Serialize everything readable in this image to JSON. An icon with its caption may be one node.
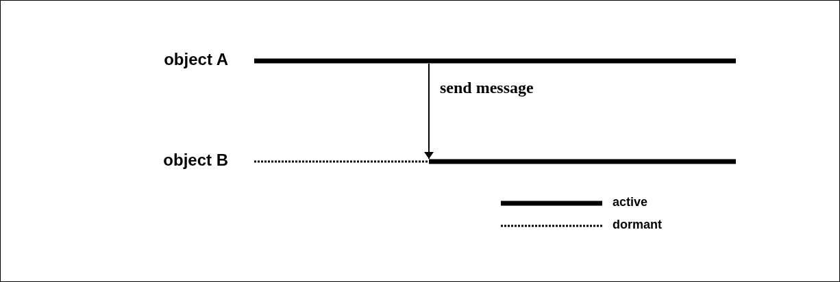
{
  "diagram": {
    "nodes": [
      {
        "text": [
          "object A"
        ]
      },
      {
        "text": [
          "object B"
        ]
      }
    ],
    "edges": [
      {
        "from": 0,
        "to": 1,
        "arrow": "to",
        "label": "send message"
      }
    ],
    "legend": [
      {
        "text": "active"
      },
      {
        "text": "dormant"
      }
    ]
  }
}
